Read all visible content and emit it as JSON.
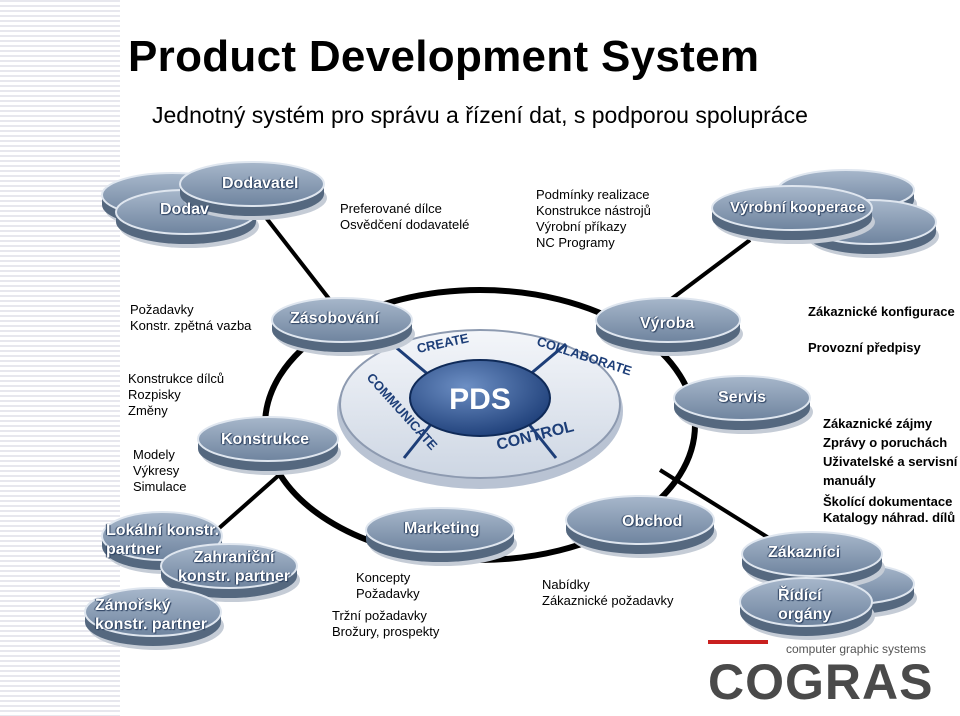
{
  "header": {
    "title": "Product Development System",
    "subtitle": "Jednotný systém pro správu a řízení dat, s podporou spolupráce"
  },
  "hub": {
    "center": "PDS",
    "segments": [
      "CREATE",
      "COLLABORATE",
      "COMMUNICATE",
      "CONTROL"
    ]
  },
  "nodes": {
    "dodavatel": "Dodavatel",
    "dodavatel_back": "Dodav",
    "zasobovani": "Zásobování",
    "vyroba": "Výroba",
    "vyrobni_kooperace": "Výrobní kooperace",
    "servis": "Servis",
    "konstrukce": "Konstrukce",
    "marketing": "Marketing",
    "obchod": "Obchod",
    "zakaznici": "Zákazníci",
    "ridici_organy": [
      "Řídící",
      "orgány"
    ],
    "lokalni_partner": [
      "Lokální konstr.",
      "partner"
    ],
    "zahranicni_partner": [
      "Zahraniční",
      "konstr. partner"
    ],
    "zamorsky_partner": [
      "Zámořský",
      "konstr. partner"
    ]
  },
  "notes": {
    "dodavatel": [
      "Preferované dílce",
      "Osvědčení dodavatelé"
    ],
    "vyrobni": [
      "Podmínky realizace",
      "Konstrukce nástrojů",
      "Výrobní příkazy",
      "NC Programy"
    ],
    "pozadavky": [
      "Požadavky",
      "Konstr. zpětná vazba"
    ],
    "zakaznicke_konfigurace": [
      "Zákaznické konfigurace"
    ],
    "provozni": [
      "Provozní předpisy"
    ],
    "konstrukce_dilcu": [
      "Konstrukce dílců",
      "Rozpisky",
      "Změny"
    ],
    "modely": [
      "Modely",
      "Výkresy",
      "Simulace"
    ],
    "servis": [
      "Zákaznické zájmy",
      "Zprávy o poruchách",
      "Uživatelské a servisní",
      "manuály",
      "Školící dokumentace",
      "Katalogy náhrad. dílů"
    ],
    "koncepty": [
      "Koncepty",
      "Požadavky"
    ],
    "trzni": [
      "Tržní požadavky",
      "Brožury, prospekty"
    ],
    "nabidky": [
      "Nabídky",
      "Zákaznické požadavky"
    ]
  },
  "logo": {
    "tagline": "computer graphic systems",
    "wordmark": "COGRAS"
  },
  "colors": {
    "disk_top": "#7e93ad",
    "disk_side": "#55687f",
    "ring": "#000000",
    "hub_text": "#ffffff",
    "logo_red": "#c9201f",
    "logo_gray": "#4a4a4a"
  }
}
